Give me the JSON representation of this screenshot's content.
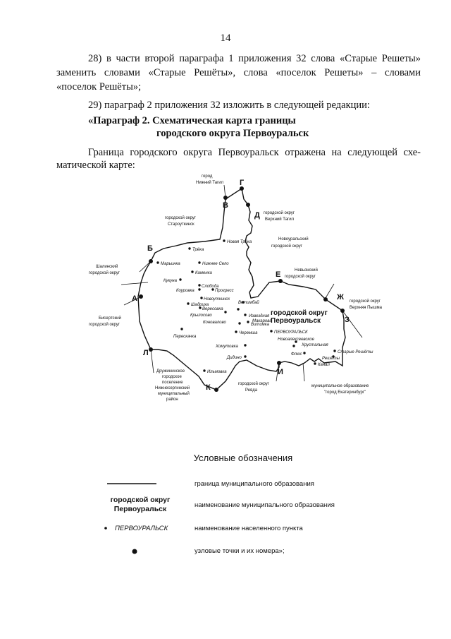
{
  "page_number": "14",
  "para28_l1": "28) в части второй параграфа 1 приложения 32 слова «Старые Решеты»",
  "para28_l2": "заменить словами «Старые Решёты», слова «поселок Решеты» – словами",
  "para28_l3": "«поселок Решёты»;",
  "para29": "29) параграф 2 приложения 32 изложить в следующей редакции:",
  "heading_l1": "«Параграф 2. Схематическая карта границы",
  "heading_l2": "городского округа Первоуральск",
  "intro_l1": "Граница городского округа Первоуральск отражена на следующей схе-",
  "intro_l2": "матической карте:",
  "map": {
    "nodes": [
      "А",
      "Б",
      "В",
      "Г",
      "Д",
      "Е",
      "Ж",
      "З",
      "И",
      "К",
      "Л"
    ],
    "neighbors": {
      "nizhny_tagil_1": "город",
      "nizhny_tagil_2": "Нижний Тагил",
      "staroutkinsk_1": "городской округ",
      "staroutkinsk_2": "Староуткинск",
      "verkhny_tagil_1": "городской округ",
      "verkhny_tagil_2": "Верхний Тагил",
      "novouralsk_1": "Новоуральский",
      "novouralsk_2": "городской округ",
      "shalinsky_1": "Шалинский",
      "shalinsky_2": "городской округ",
      "nevyansky_1": "Невьянский",
      "nevyansky_2": "городской округ",
      "vpyshma_1": "городской округ",
      "vpyshma_2": "Верхняя Пышма",
      "bisert_1": "Бисертский",
      "bisert_2": "городской округ",
      "druzhin_1": "Дружининское",
      "druzhin_2": "городское",
      "druzhin_3": "поселение",
      "druzhin_4": "Нижнесергинский",
      "druzhin_5": "муниципальный",
      "druzhin_6": "район",
      "revda_1": "городской округ",
      "revda_2": "Ревда",
      "ekb_1": "муниципальное образование",
      "ekb_2": "\"город Екатеринбург\""
    },
    "district_1": "городской округ",
    "district_2": "Первоуральск",
    "settlements": [
      "Трёка",
      "Новая Трёка",
      "Нижнее Село",
      "Марьинка",
      "Каменка",
      "Кукуна",
      "Слобода",
      "Коуровка",
      "Прогресс",
      "Новоуткинск",
      "Шадриха",
      "Вересовка",
      "Крылосово",
      "Коновалово",
      "Витимка",
      "Ветимбай",
      "Извездная",
      "Макарова",
      "Перескачка",
      "Черемша",
      "Хомутовка",
      "Дидино",
      "Ильмовка",
      "ПЕРВОУРАЛЬСК",
      "Новоалексеевское",
      "Хрустальная",
      "Старые Решёты",
      "Решёты",
      "Флюс",
      "Канал"
    ]
  },
  "legend": {
    "title": "Условные обозначения",
    "line_desc": "граница муниципального образования",
    "name_sample_1": "городской округ",
    "name_sample_2": "Первоуральск",
    "name_desc": "наименование муниципального образования",
    "settlement_sample": "ПЕРВОУРАЛЬСК",
    "settlement_desc": "наименование населенного пункта",
    "node_desc": "узловые точки и их номера»;"
  }
}
